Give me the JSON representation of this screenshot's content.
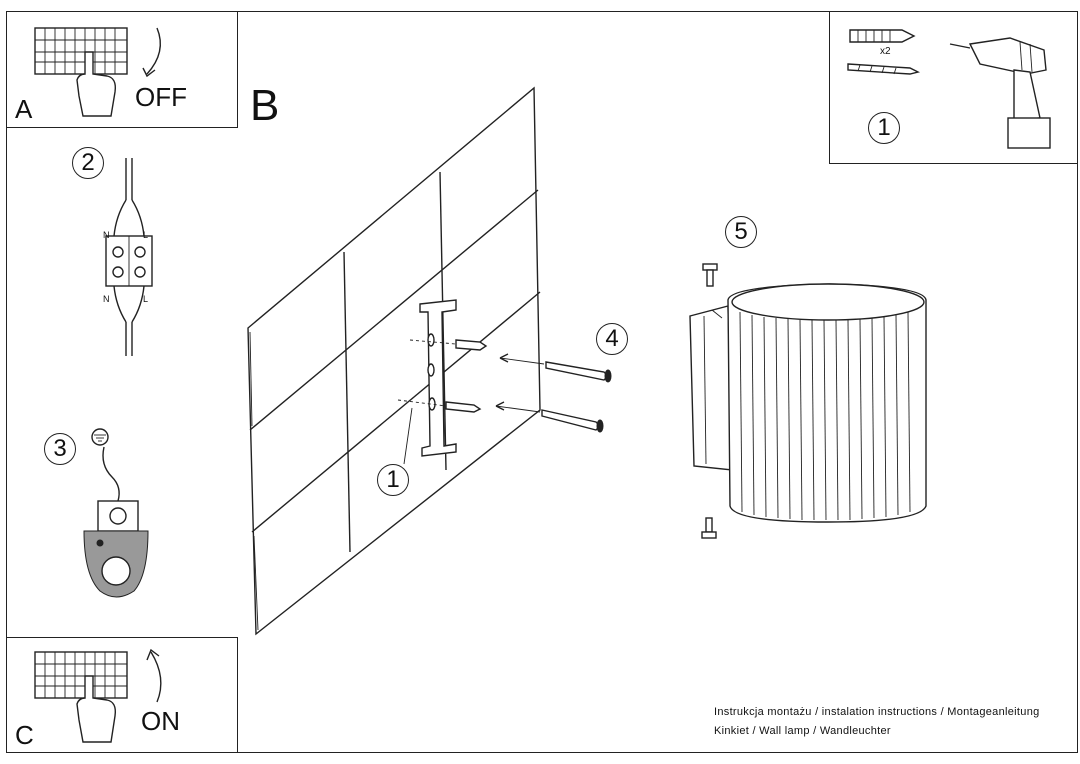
{
  "panels": {
    "a": {
      "letter": "A",
      "action": "OFF"
    },
    "b": {
      "letter": "B"
    },
    "c": {
      "letter": "C",
      "action": "ON"
    }
  },
  "steps": {
    "tools": "1",
    "wiring": "2",
    "ground": "3",
    "mount": "1",
    "screws": "4",
    "lamp": "5"
  },
  "wiring_labels": {
    "neutral": "N",
    "live": "L"
  },
  "multiplier": "x2",
  "footer": {
    "line1": "Instrukcja montażu / instalation instructions / Montageanleitung",
    "line2": "Kinkiet / Wall lamp / Wandleuchter"
  }
}
